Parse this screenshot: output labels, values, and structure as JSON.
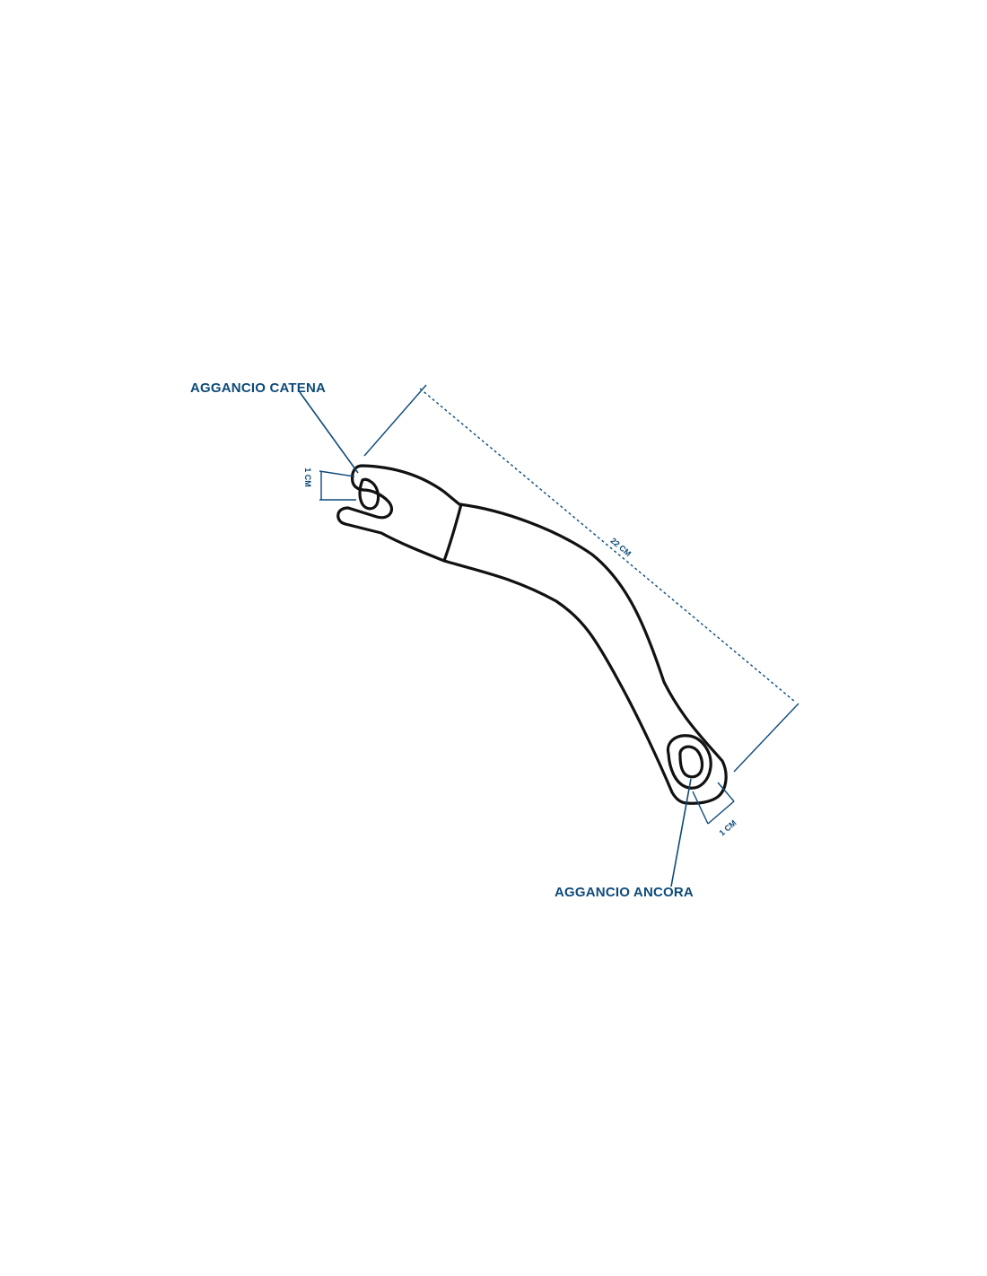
{
  "labels": {
    "chain_hook": "AGGANCIO CATENA",
    "anchor_hook": "AGGANCIO ANCORA"
  },
  "dimensions": {
    "total_length": "22 CM",
    "chain_slot_width": "1 CM",
    "anchor_slot_width": "1 CM"
  },
  "colors": {
    "annotation": "#0d4a7a",
    "outline": "#111111",
    "background": "#ffffff"
  }
}
